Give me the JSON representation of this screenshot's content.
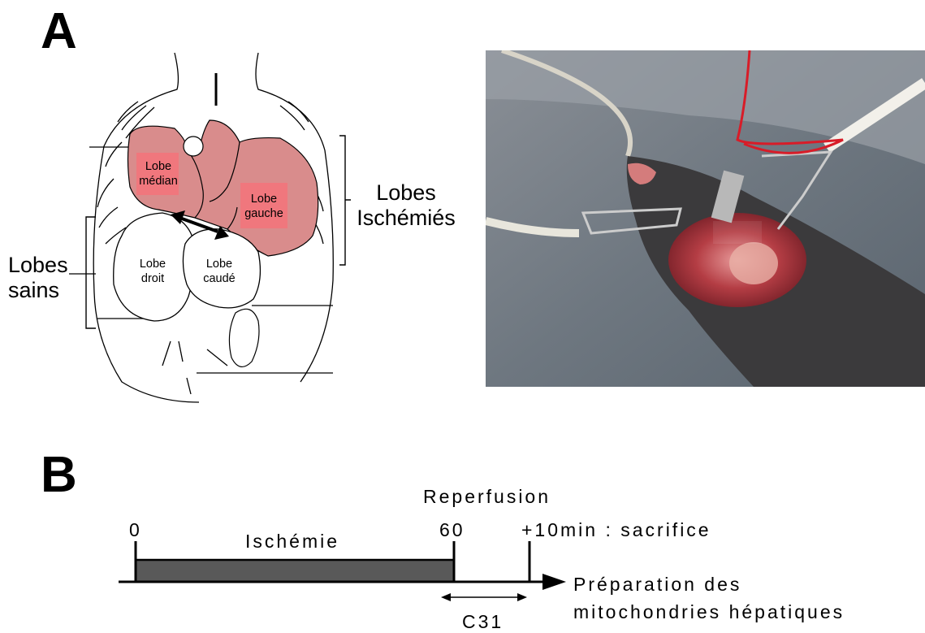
{
  "panel_a": {
    "letter": "A",
    "lobes": {
      "median": [
        "Lobe",
        "médian"
      ],
      "gauche": [
        "Lobe",
        "gauche"
      ],
      "droit": [
        "Lobe",
        "droit"
      ],
      "caude": [
        "Lobe",
        "caudé"
      ]
    },
    "groups": {
      "ischemies": [
        "Lobes",
        "Ischémiés"
      ],
      "sains": [
        "Lobes",
        "sains"
      ]
    },
    "colors": {
      "ischemic_fill": "#d98c8c",
      "label_box": "#f0777d"
    }
  },
  "panel_b": {
    "letter": "B",
    "reperfusion": "Reperfusion",
    "ticks": {
      "start": "0",
      "end_ischemia": "60",
      "end": "+10min : sacrifice"
    },
    "bar_label": "Ischémie",
    "arrow_label": [
      "Préparation des",
      "mitochondries hépatiques"
    ],
    "interval_label": "C31",
    "colors": {
      "bar": "#595959"
    }
  }
}
